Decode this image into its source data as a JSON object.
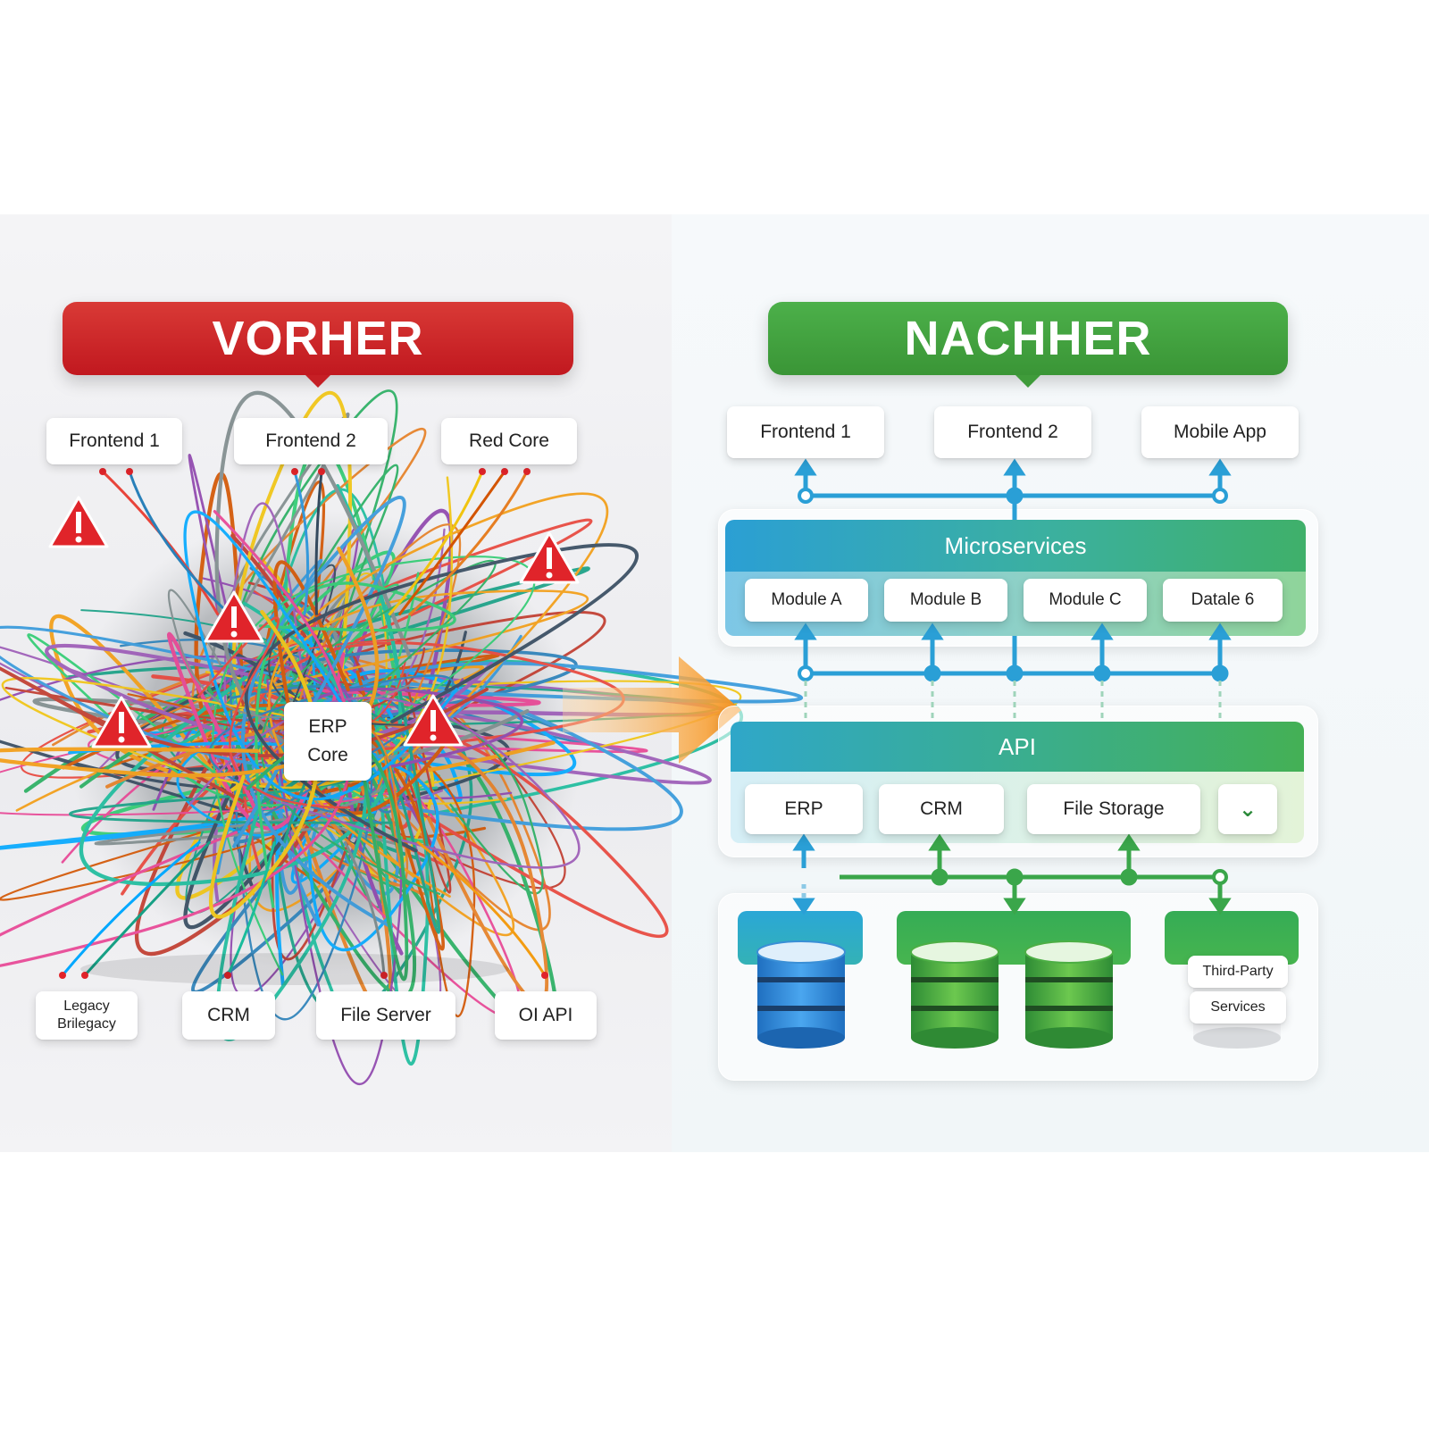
{
  "before": {
    "title": "VORHER",
    "top_boxes": [
      "Frontend 1",
      "Frontend 2",
      "Red Core"
    ],
    "center_box": [
      "ERP",
      "Core"
    ],
    "bottom_boxes": {
      "legacy": [
        "Legacy",
        "Brilegacy"
      ],
      "crm": "CRM",
      "file_server": "File Server",
      "api": "OI API"
    }
  },
  "after": {
    "title": "NACHHER",
    "top_boxes": [
      "Frontend 1",
      "Frontend 2",
      "Mobile App"
    ],
    "microservices": {
      "title": "Microservices",
      "modules": [
        "Module A",
        "Module B",
        "Module C",
        "Datale 6"
      ]
    },
    "api": {
      "title": "API",
      "items": [
        "ERP",
        "CRM",
        "File Storage",
        "⌄"
      ]
    },
    "third_party": [
      "Third-Party",
      "Services"
    ]
  },
  "colors": {
    "before_accent": "#c51f25",
    "after_accent": "#3f9b3a",
    "arrow": "#f7941d",
    "bus_blue": "#2a9fd6",
    "bus_green": "#3aa64a"
  }
}
